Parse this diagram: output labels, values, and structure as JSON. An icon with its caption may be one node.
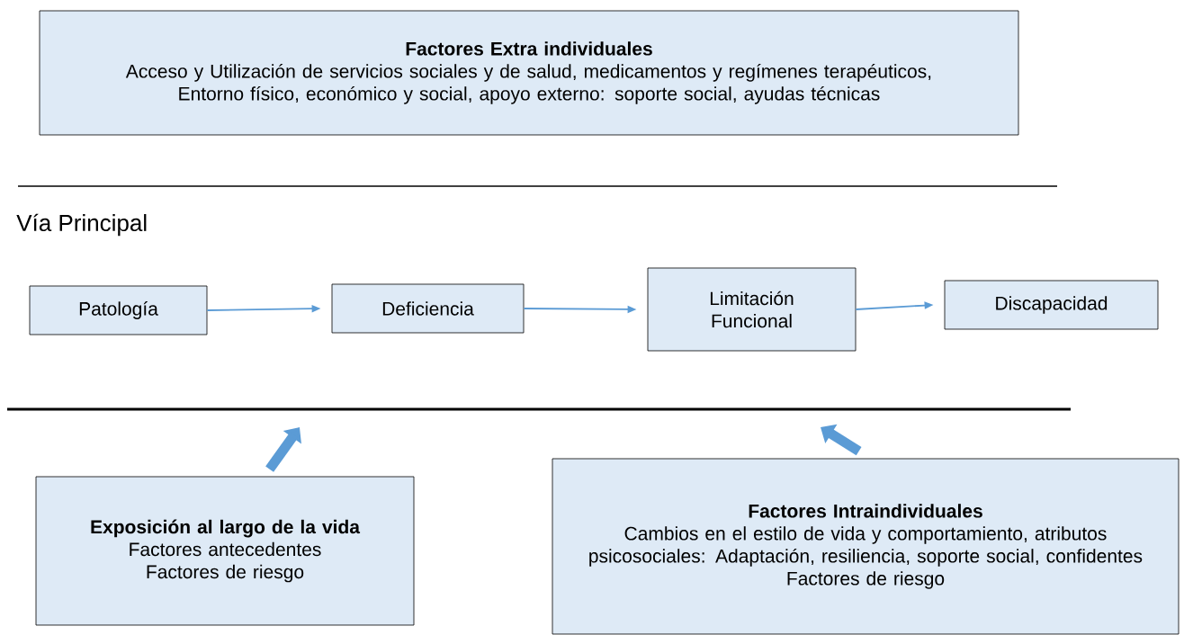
{
  "diagram": {
    "nodes": [
      {
        "text": [
          "Factores Extra individuales",
          "Acceso y Utilización de servicios sociales y de salud, medicamentos y regímenes terapéuticos, Entorno físico, económico y social, apoyo externo: soporte social, ayudas técnicas"
        ]
      },
      {
        "text": [
          "Patología"
        ]
      },
      {
        "text": [
          "Deficiencia"
        ]
      },
      {
        "text": [
          "Limitación Funcional"
        ]
      },
      {
        "text": [
          "Discapacidad"
        ]
      },
      {
        "text": [
          "Exposición al largo de la vida",
          "Factores antecedentes",
          "Factores de riesgo"
        ]
      },
      {
        "text": [
          "Factores Intraindividuales",
          "Cambios en el estilo de vida y comportamiento, atributos psicosociales: Adaptación, resiliencia, soporte social, confidentes",
          "Factores de riesgo"
        ]
      }
    ],
    "edges": [
      {
        "from": 1,
        "to": 2,
        "arrow": "to"
      },
      {
        "from": 2,
        "to": 3,
        "arrow": "to"
      },
      {
        "from": 3,
        "to": 4,
        "arrow": "to"
      },
      {
        "from": 5,
        "to": null,
        "arrow": "to",
        "style": "thick"
      },
      {
        "from": 6,
        "to": null,
        "arrow": "to",
        "style": "thick"
      }
    ],
    "labels": [
      "Vía Principal"
    ]
  }
}
